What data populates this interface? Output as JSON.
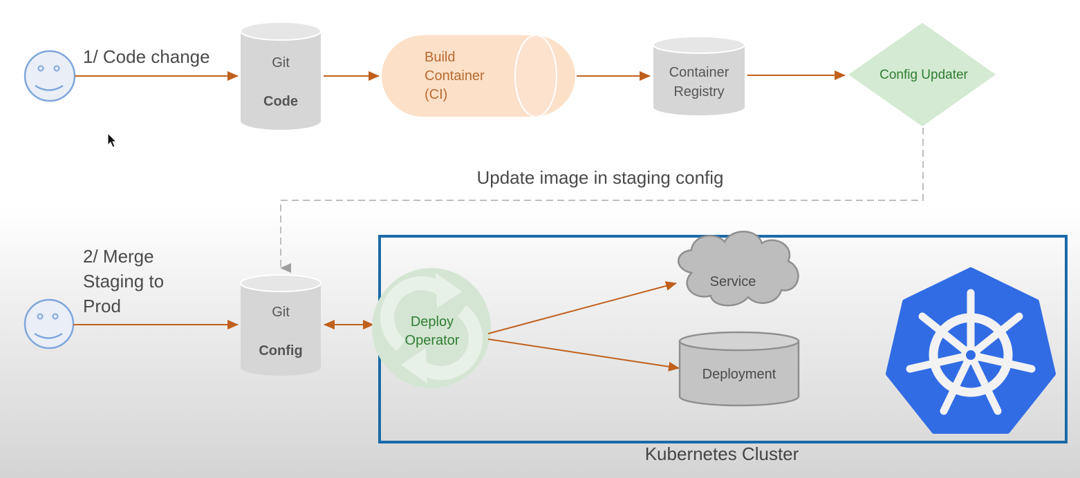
{
  "title": "GitOps Kubernetes deployment pipeline",
  "colors": {
    "arrow": "#c0601c",
    "person_stroke": "#7fa6dc",
    "person_fill": "#e9eef7",
    "db_fill": "#d6d6d6",
    "db_top": "#e6e6e6",
    "build_fill": "#fce0c8",
    "build_text": "#b8692e",
    "updater_fill": "#d4ead2",
    "green_text": "#2e7d32",
    "cluster_border": "#1a6aa8",
    "k8s_blue": "#326ce5",
    "dashed": "#bdbdbd",
    "text": "#4a4a4a"
  },
  "steps": {
    "step1": "1/ Code change",
    "step2_line1": "2/ Merge",
    "step2_line2": "Staging to",
    "step2_line3": "Prod"
  },
  "nodes": {
    "git_code": {
      "line1": "Git",
      "line2": "Code"
    },
    "build": {
      "line1": "Build",
      "line2": "Container",
      "line3": "(CI)"
    },
    "registry": {
      "line1": "Container",
      "line2": "Registry"
    },
    "updater": {
      "label": "Config Updater"
    },
    "git_config": {
      "line1": "Git",
      "line2": "Config"
    },
    "operator": {
      "line1": "Deploy",
      "line2": "Operator"
    },
    "service": {
      "label": "Service"
    },
    "deployment": {
      "label": "Deployment"
    }
  },
  "edges": {
    "update_label": "Update image in staging config"
  },
  "cluster": {
    "label": "Kubernetes Cluster"
  },
  "icons": {
    "person": "smiley-face-icon",
    "kubernetes": "kubernetes-helm-icon",
    "cursor": "mouse-pointer-icon"
  }
}
